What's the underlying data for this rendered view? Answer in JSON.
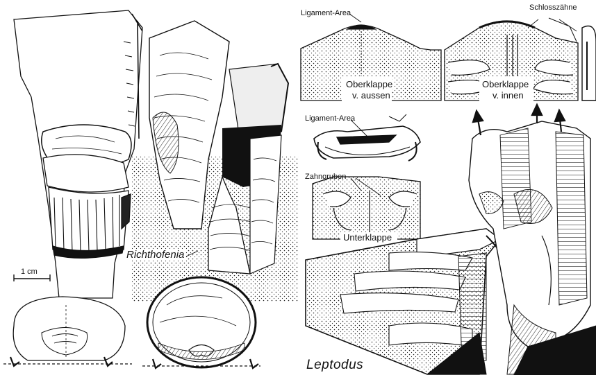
{
  "labels": {
    "ligament_area_top": "Ligament-Area",
    "schlosszaehne": "Schlosszähne",
    "oberklappe_aussen_1": "Oberklappe",
    "oberklappe_aussen_2": "v. aussen",
    "oberklappe_innen_1": "Oberklappe",
    "oberklappe_innen_2": "v. innen",
    "ligament_area_mid": "Ligament-Area",
    "zahngruben": "Zahngruben",
    "unterklappe": "Unterklappe",
    "richthofenia": "Richthofenia",
    "leptodus": "Leptodus",
    "scale": "1 cm"
  }
}
